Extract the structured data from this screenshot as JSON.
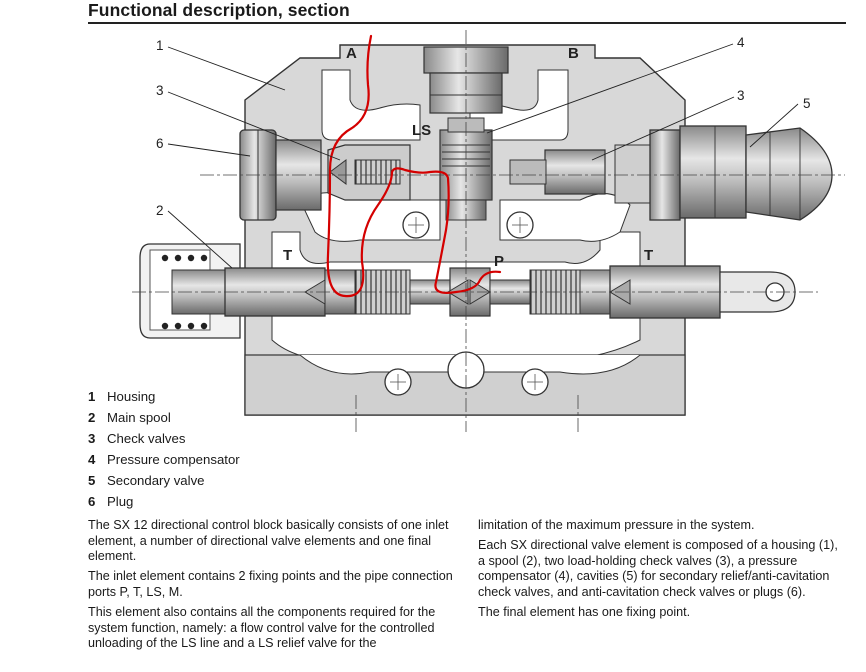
{
  "section_title": "Functional description, section",
  "drawing": {
    "port_labels": {
      "a": "A",
      "b": "B",
      "ls": "LS",
      "t_left": "T",
      "t_right": "T",
      "p": "P"
    },
    "callouts": {
      "c1": "1",
      "c3_left": "3",
      "c6": "6",
      "c2": "2",
      "c4": "4",
      "c3_right": "3",
      "c5": "5"
    },
    "annotation_color": "#d40000"
  },
  "legend": [
    {
      "num": "1",
      "label": "Housing"
    },
    {
      "num": "2",
      "label": "Main spool"
    },
    {
      "num": "3",
      "label": "Check valves"
    },
    {
      "num": "4",
      "label": "Pressure compensator"
    },
    {
      "num": "5",
      "label": "Secondary valve"
    },
    {
      "num": "6",
      "label": "Plug"
    }
  ],
  "body_text": {
    "col1_p1": "The SX 12 directional control block basically consists of one inlet element, a number of directional valve elements and one final element.",
    "col1_p2": "The inlet element contains 2 fixing points and the pipe connection ports P, T, LS, M.",
    "col1_p3": "This element also contains all the components required for the system function, namely: a flow control valve for the controlled unloading of the LS line and a LS relief valve for the",
    "col2_p1": "limitation of the maximum pressure in the system.",
    "col2_p2": "Each SX directional valve element is composed of a housing (1), a spool (2), two load-holding check valves (3), a pressure compensator (4), cavities (5) for secondary relief/anti-cavitation check valves, and anti-cavitation check valves or plugs (6).",
    "col2_p3": "The final element has one fixing point."
  }
}
